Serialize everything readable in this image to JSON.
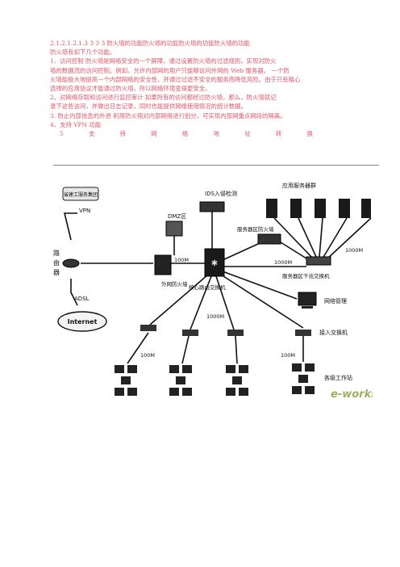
{
  "text": {
    "heading": "2.1.2.1.2.1.3  3  3  3  防火墙的功能防火墙的功能防火墙的功能防火墙的功能",
    "intro": "防火墙有如下几个功能。",
    "p1_a": "1、访问控制       防火墙是网络安全的一个屏障，通过设置防火墙的过滤规则，实现对防火",
    "p1_b": "墙的数据流的访问控制。例如，允许内部网的用户只能够访问外网的 Web 服务器。       一个防",
    "p1_c": "火墙能极大地提高一个内部网络的安全性，并通过过滤不安全的服务而降低风险。由于只有精心",
    "p1_d": "选择的应用协议才能通过防火墙，所以网络环境变得更安全。",
    "p2_a": "2、对网络存取和访问进行监控审计       如果所有的访问都经过防火墙，那么，防火墙就记",
    "p2_b": "录下这些访问，并做出日志记录，同时也能提供网络使用情况的统计数据。",
    "p3": "3. 防止内部信息的外泄  利用防火墙对内部网络进行划分，可实现内部网重点网段的隔离。",
    "p4": "4、支持 VPN 功能",
    "p5_chars": [
      "5",
      "支",
      "持",
      "网",
      "络",
      "地",
      "址",
      "转",
      "换"
    ]
  },
  "diagram": {
    "ids": "IDS入侵检测",
    "app_servers": "应用服务器群",
    "dmz": "DMZ区",
    "branch": "省建工服务集团",
    "vpn": "VPN",
    "router": "路由器",
    "adsl": "ADSL",
    "internet": "Internet",
    "fw_outer": "外网防火墙",
    "fw_server": "服务器区防火墙",
    "core": "核心路由交换机",
    "server_switch": "服务器区千兆交换机",
    "netmgmt": "网络管理",
    "access": "接入交换机",
    "workstations": "各级工作站",
    "bw_100": "100M",
    "bw_1000": "1000M",
    "watermark": "e-works"
  }
}
